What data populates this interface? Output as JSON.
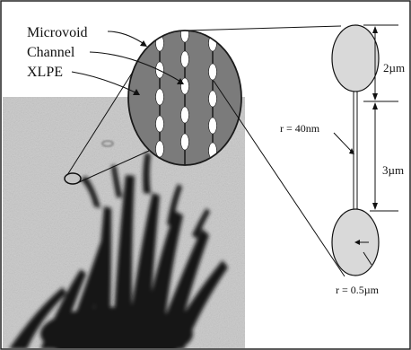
{
  "labels": {
    "microvoid": "Microvoid",
    "channel": "Channel",
    "xlpe": "XLPE",
    "radius_channel": "r = 40nm",
    "radius_void": "r = 0.5µm",
    "dim_top": "2µm",
    "dim_middle": "3µm"
  },
  "colors": {
    "lens_fill": "#7b7b7b",
    "void_fill": "#ffffff",
    "bubble_fill": "#d9d9d9",
    "tree_dark": "#151515",
    "photo_bg": "#c8c8c8"
  }
}
